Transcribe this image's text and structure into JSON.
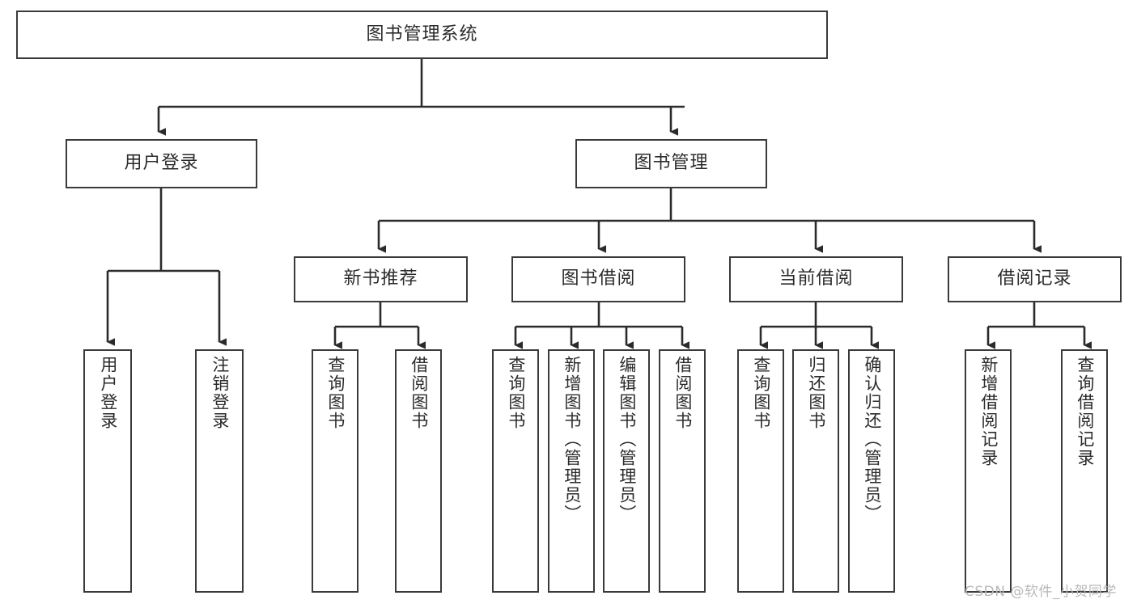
{
  "diagram": {
    "type": "tree-hierarchy-chart",
    "title": "图书管理系统",
    "orientation": "top-down",
    "colors": {
      "box_stroke": "#3a3a3a",
      "box_fill": "#ffffff",
      "connector": "#2b2b2b",
      "text": "#2b2b2b",
      "watermark": "#b9b9b9",
      "background": "#ffffff"
    },
    "root": {
      "label": "图书管理系统"
    },
    "level2": [
      {
        "label": "用户登录"
      },
      {
        "label": "图书管理"
      }
    ],
    "level3": [
      {
        "label": "新书推荐"
      },
      {
        "label": "图书借阅"
      },
      {
        "label": "当前借阅"
      },
      {
        "label": "借阅记录"
      }
    ],
    "leaves_user_login": [
      {
        "label": "用户登录"
      },
      {
        "label": "注销登录"
      }
    ],
    "leaves_new_book": [
      {
        "label": "查询图书"
      },
      {
        "label": "借阅图书"
      }
    ],
    "leaves_borrow": [
      {
        "label": "查询图书"
      },
      {
        "label": "新增图书（管理员）"
      },
      {
        "label": "编辑图书（管理员）"
      },
      {
        "label": "借阅图书"
      }
    ],
    "leaves_current": [
      {
        "label": "查询图书"
      },
      {
        "label": "归还图书"
      },
      {
        "label": "确认归还（管理员）"
      }
    ],
    "leaves_record": [
      {
        "label": "新增借阅记录"
      },
      {
        "label": "查询借阅记录"
      }
    ]
  },
  "watermark": {
    "text": "CSDN @软件_小贺同学"
  }
}
